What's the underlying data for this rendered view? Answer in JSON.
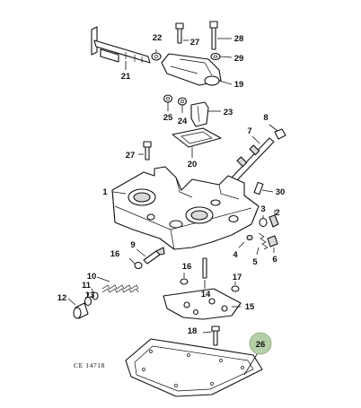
{
  "diagram": {
    "code": "CE 14718",
    "highlight_color": "#b5cfa8",
    "callouts": [
      {
        "id": "c1",
        "text": "1"
      },
      {
        "id": "c2",
        "text": "2"
      },
      {
        "id": "c3",
        "text": "3"
      },
      {
        "id": "c4",
        "text": "4"
      },
      {
        "id": "c5",
        "text": "5"
      },
      {
        "id": "c6",
        "text": "6"
      },
      {
        "id": "c7",
        "text": "7"
      },
      {
        "id": "c8",
        "text": "8"
      },
      {
        "id": "c9",
        "text": "9"
      },
      {
        "id": "c10",
        "text": "10"
      },
      {
        "id": "c11",
        "text": "11"
      },
      {
        "id": "c12",
        "text": "12"
      },
      {
        "id": "c13",
        "text": "13"
      },
      {
        "id": "c14",
        "text": "14"
      },
      {
        "id": "c15",
        "text": "15"
      },
      {
        "id": "c16a",
        "text": "16"
      },
      {
        "id": "c16b",
        "text": "16"
      },
      {
        "id": "c17",
        "text": "17"
      },
      {
        "id": "c18",
        "text": "18"
      },
      {
        "id": "c19",
        "text": "19"
      },
      {
        "id": "c20",
        "text": "20"
      },
      {
        "id": "c21",
        "text": "21"
      },
      {
        "id": "c22",
        "text": "22"
      },
      {
        "id": "c23",
        "text": "23"
      },
      {
        "id": "c24",
        "text": "24"
      },
      {
        "id": "c25",
        "text": "25"
      },
      {
        "id": "c26",
        "text": "26"
      },
      {
        "id": "c27a",
        "text": "27"
      },
      {
        "id": "c27b",
        "text": "27"
      },
      {
        "id": "c28",
        "text": "28"
      },
      {
        "id": "c29",
        "text": "29"
      },
      {
        "id": "c30",
        "text": "30"
      }
    ]
  }
}
